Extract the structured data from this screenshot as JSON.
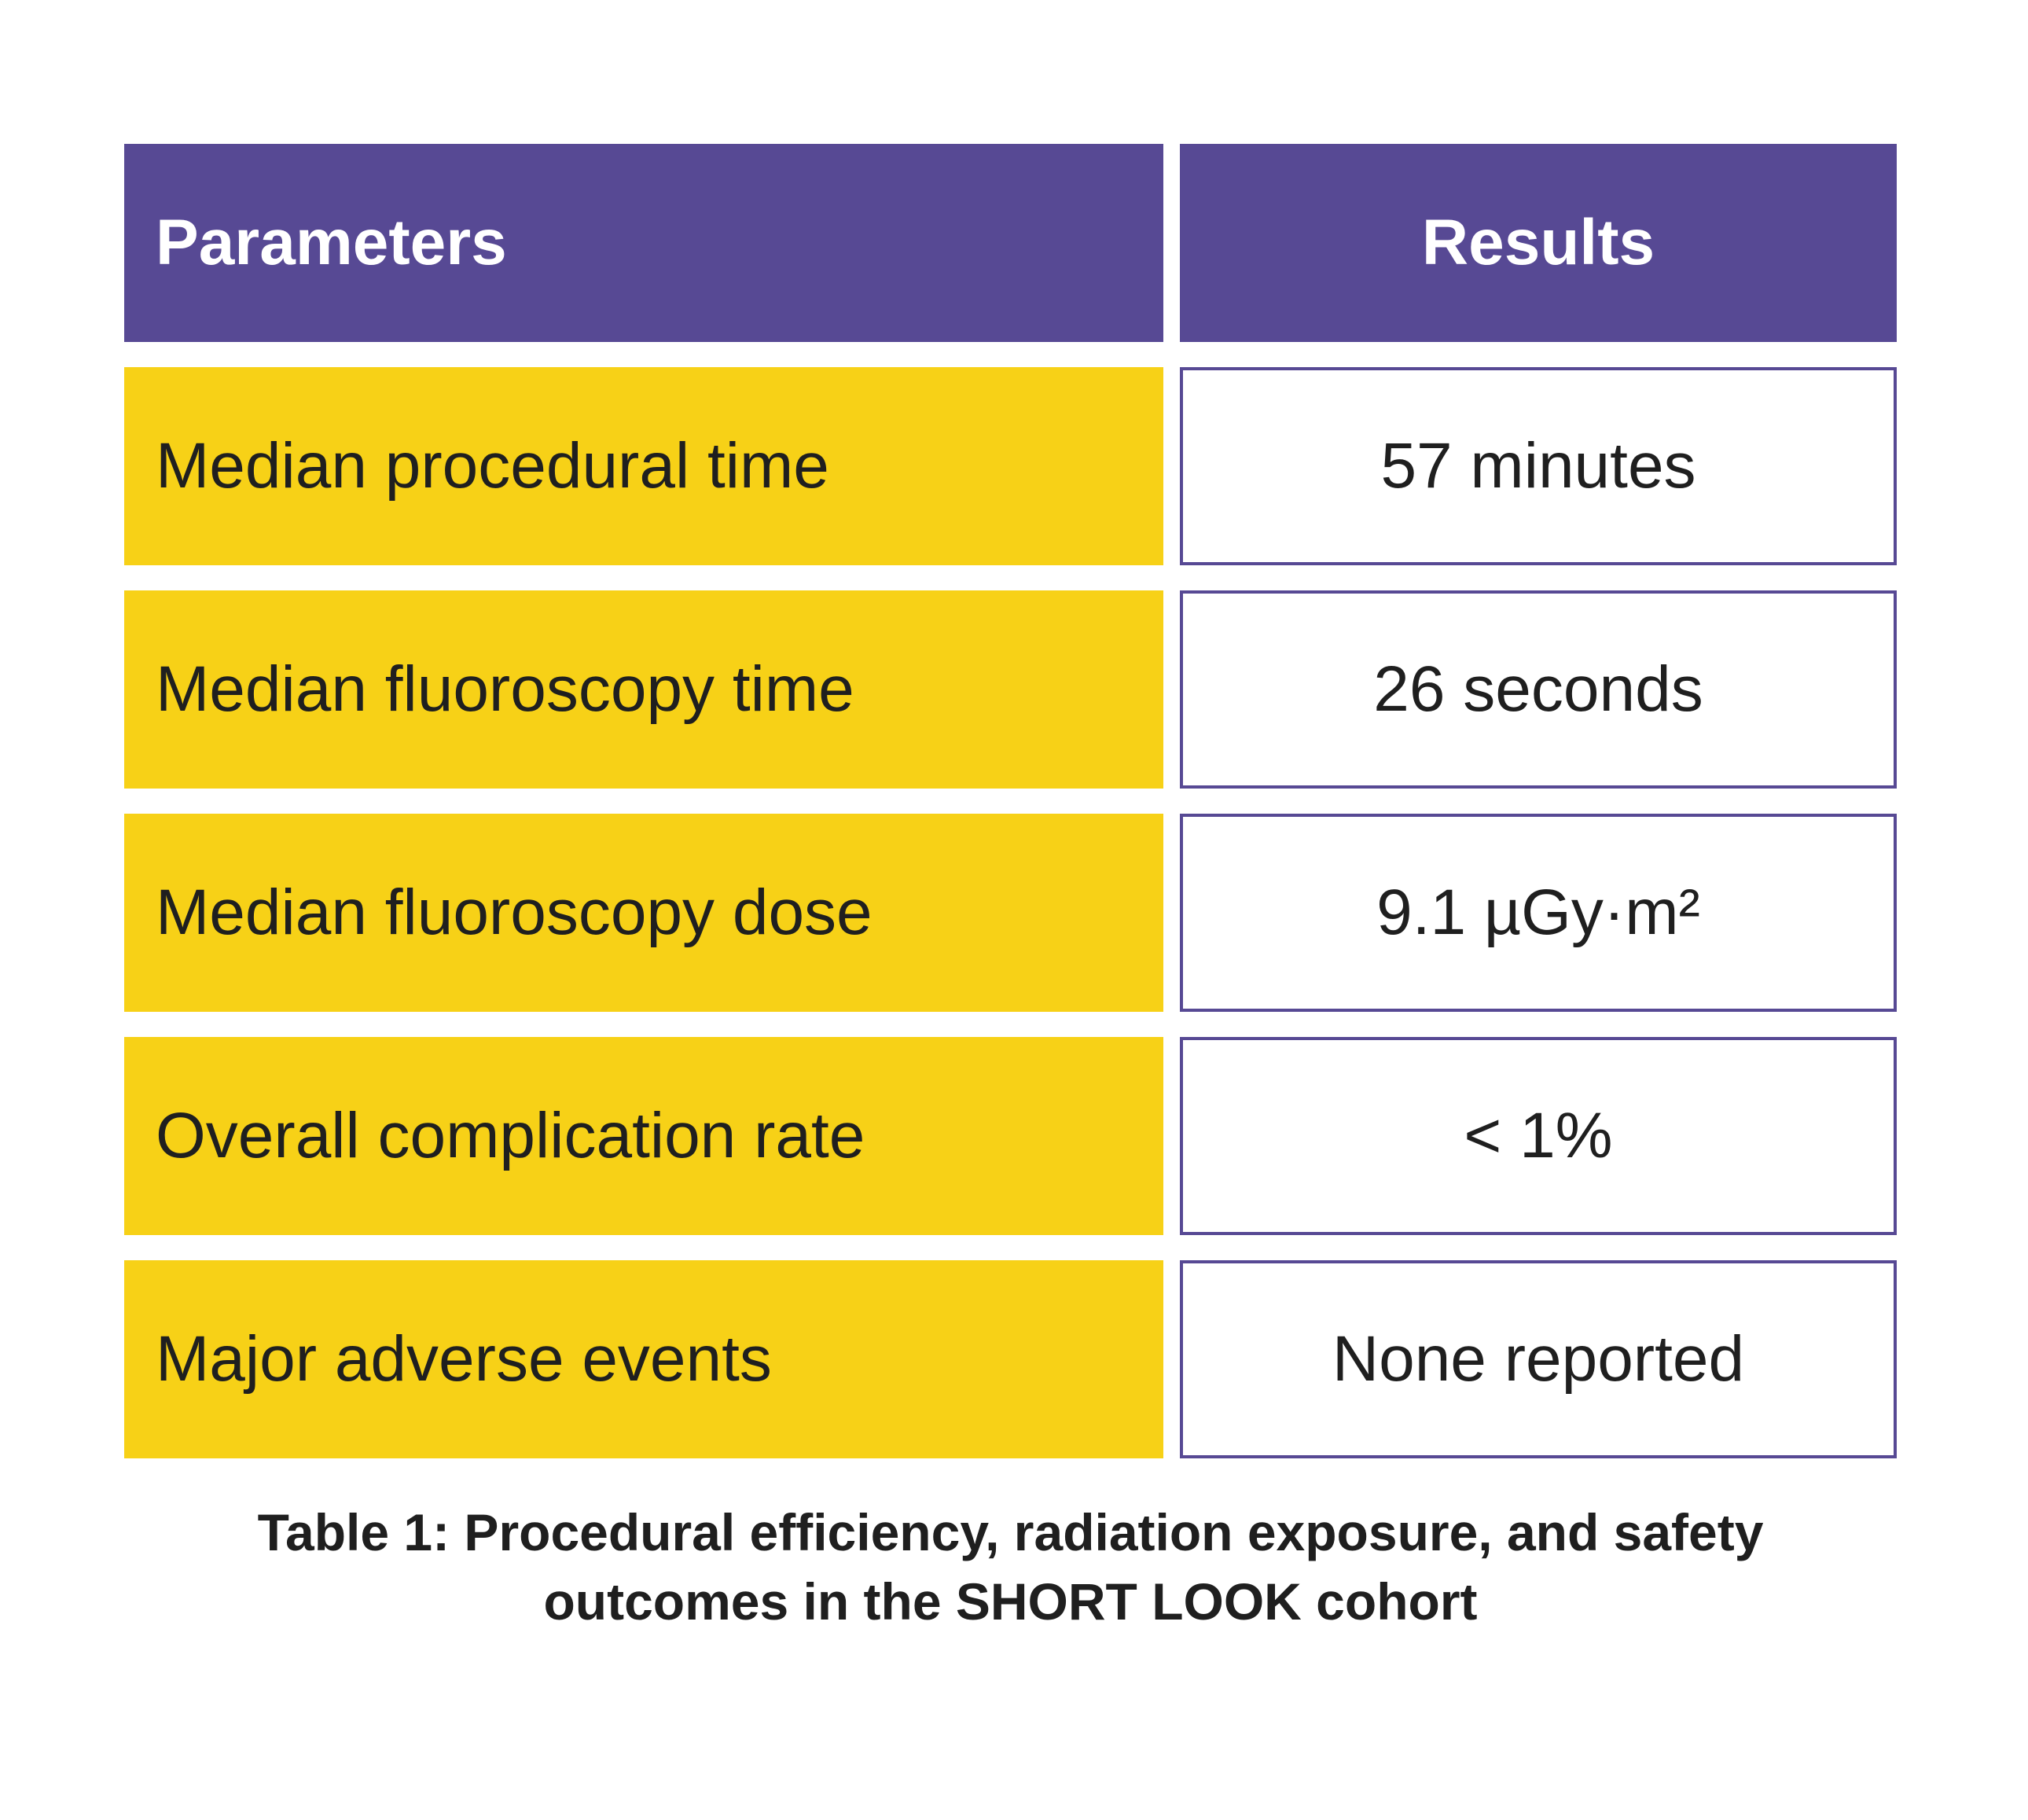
{
  "table": {
    "header": {
      "parameters": "Parameters",
      "results": "Results"
    },
    "rows": [
      {
        "parameter": "Median procedural time",
        "result": "57 minutes"
      },
      {
        "parameter": "Median fluoroscopy time",
        "result": "26 seconds"
      },
      {
        "parameter": "Median fluoroscopy dose",
        "result": "9.1 µGy·m²"
      },
      {
        "parameter": "Overall complication rate",
        "result": "< 1%"
      },
      {
        "parameter": "Major adverse events",
        "result": "None reported"
      }
    ]
  },
  "caption": {
    "line1": "Table 1: Procedural efficiency, radiation exposure, and safety",
    "line2": "outcomes in the SHORT LOOK cohort"
  },
  "colors": {
    "header_bg": "#574994",
    "parameter_bg": "#f7d117",
    "result_border": "#574994",
    "text": "#1f1f1f"
  }
}
